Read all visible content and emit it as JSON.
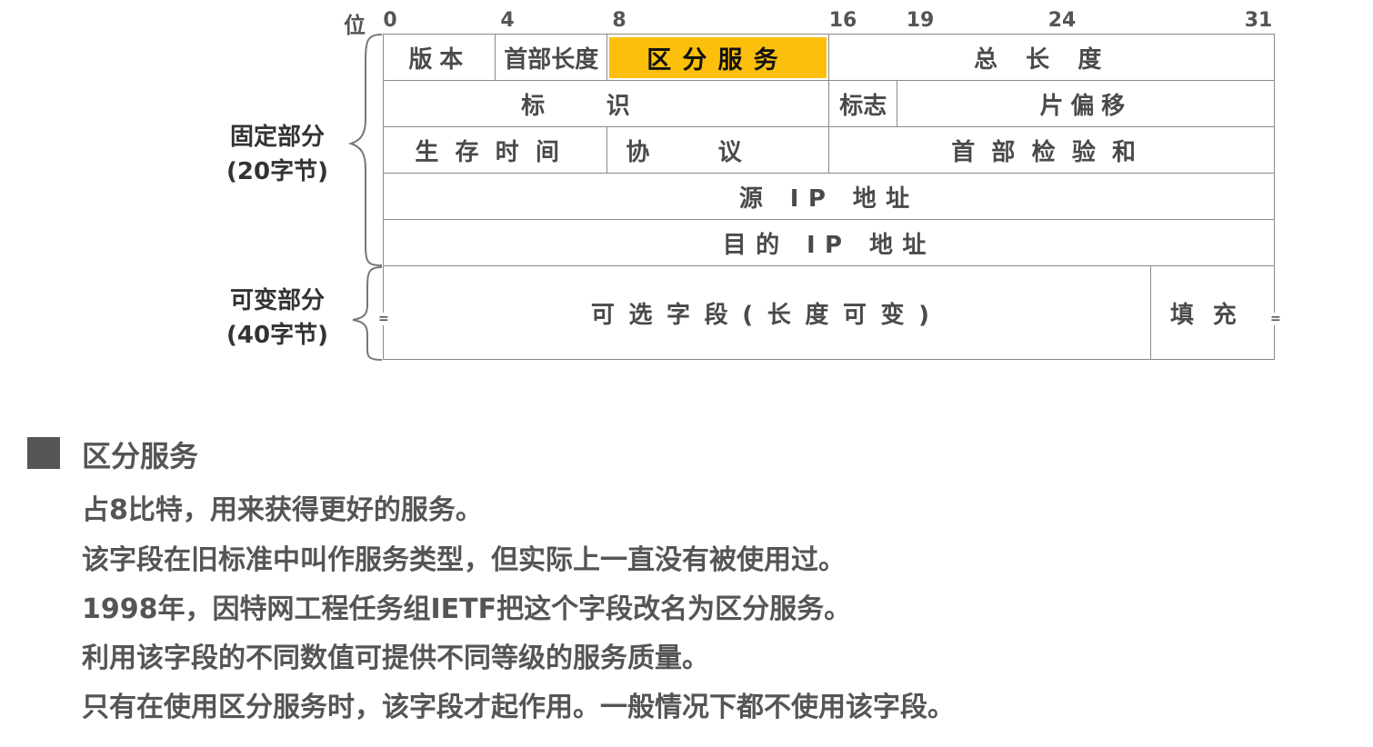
{
  "bit_axis": {
    "label": "位",
    "ticks": [
      "0",
      "4",
      "8",
      "16",
      "19",
      "24",
      "31"
    ]
  },
  "header_rows": {
    "row1": {
      "version": "版本",
      "header_length": "首部长度",
      "diff_serv": "区分服务",
      "total_length": "总长度"
    },
    "row2": {
      "identification": "标识",
      "flags": "标志",
      "fragment_offset": "片偏移"
    },
    "row3": {
      "ttl": "生存时间",
      "protocol": "协议",
      "checksum": "首部检验和"
    },
    "row4": {
      "source_ip": "源 IP 地址"
    },
    "row5": {
      "dest_ip": "目的 IP 地址"
    },
    "row6": {
      "options": "可选字段(长度可变)",
      "padding": "填充"
    }
  },
  "side_labels": {
    "fixed": "固定部分",
    "fixed_size": "(20字节)",
    "variable": "可变部分",
    "variable_size": "(40字节)"
  },
  "section": {
    "title": "区分服务",
    "lines": [
      "占8比特，用来获得更好的服务。",
      "该字段在旧标准中叫作服务类型，但实际上一直没有被使用过。",
      "1998年，因特网工程任务组IETF把这个字段改名为区分服务。",
      "利用该字段的不同数值可提供不同等级的服务质量。",
      "只有在使用区分服务时，该字段才起作用。一般情况下都不使用该字段。"
    ]
  },
  "colors": {
    "highlight": "#fbbf0c",
    "text": "#4a4a4a"
  }
}
